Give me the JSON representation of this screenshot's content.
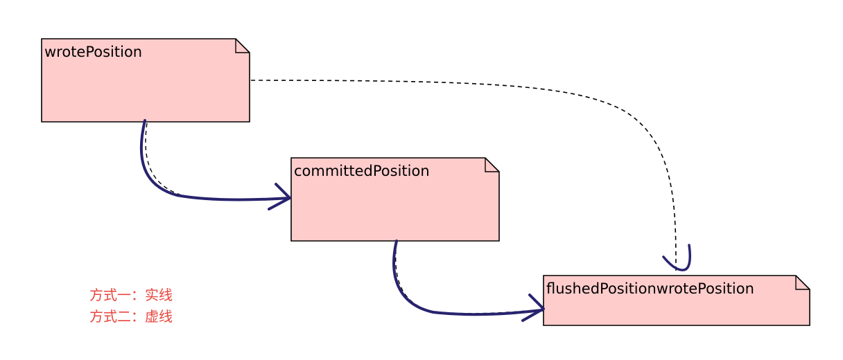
{
  "nodes": {
    "wrote": {
      "label": "wrotePosition"
    },
    "committed": {
      "label": "committedPosition"
    },
    "flushed": {
      "label": "flushedPositionwrotePosition"
    }
  },
  "legend": {
    "line1": "方式一：实线",
    "line2": "方式二：虚线"
  },
  "colors": {
    "note_fill": "#ffcccc",
    "note_stroke": "#000000",
    "solid_arrow": "#28236e",
    "dashed_line": "#000000",
    "legend_text": "#e8453c"
  }
}
